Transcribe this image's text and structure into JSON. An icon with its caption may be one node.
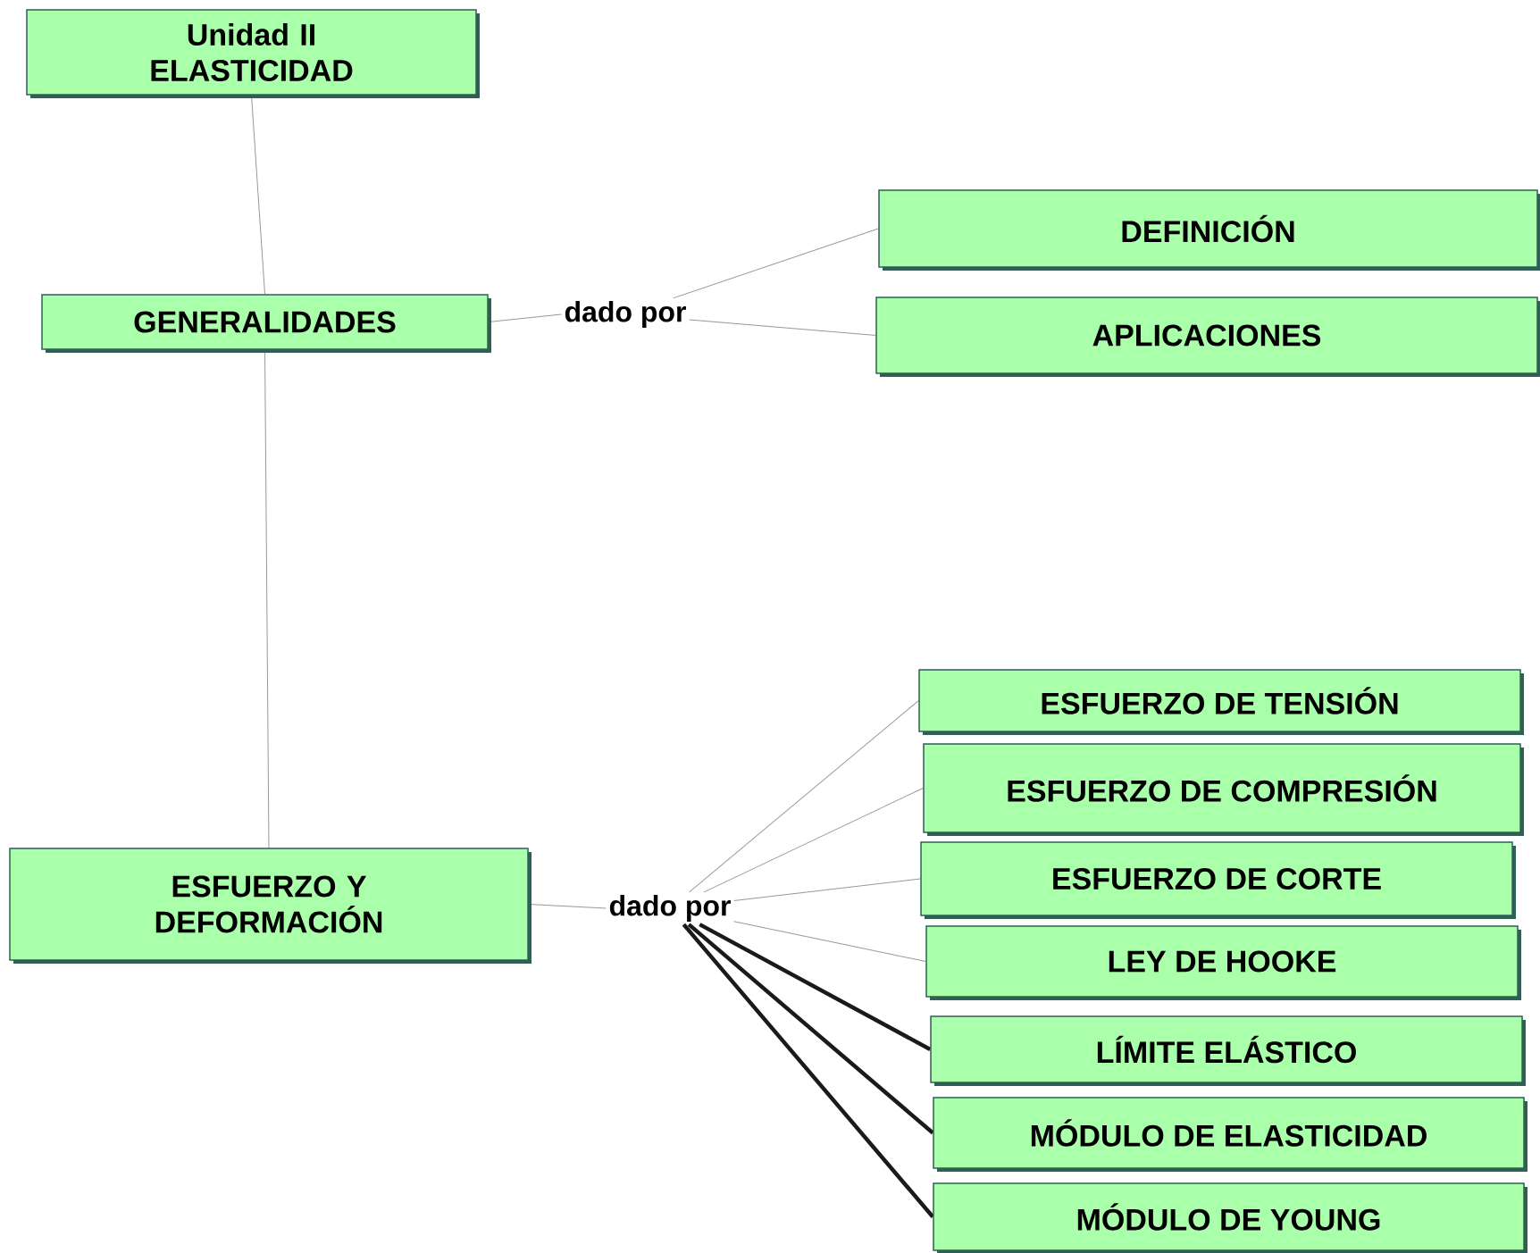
{
  "diagram": {
    "nodes": [
      {
        "text": [
          "Unidad II ELASTICIDAD"
        ]
      },
      {
        "text": [
          "GENERALIDADES"
        ]
      },
      {
        "text": [
          "dado por"
        ]
      },
      {
        "text": [
          "DEFINICIÓN"
        ]
      },
      {
        "text": [
          "APLICACIONES"
        ]
      },
      {
        "text": [
          "ESFUERZO Y DEFORMACIÓN"
        ]
      },
      {
        "text": [
          "dado por"
        ]
      },
      {
        "text": [
          "ESFUERZO DE TENSIÓN"
        ]
      },
      {
        "text": [
          "ESFUERZO DE COMPRESIÓN"
        ]
      },
      {
        "text": [
          "ESFUERZO DE CORTE"
        ]
      },
      {
        "text": [
          "LEY DE HOOKE"
        ]
      },
      {
        "text": [
          "LÍMITE ELÁSTICO"
        ]
      },
      {
        "text": [
          "MÓDULO DE ELASTICIDAD"
        ]
      },
      {
        "text": [
          "MÓDULO DE YOUNG"
        ]
      }
    ],
    "edges": [
      {
        "from": 0,
        "to": 1,
        "arrow": "none"
      },
      {
        "from": 1,
        "to": 5,
        "arrow": "none"
      },
      {
        "from": 1,
        "to": 2,
        "arrow": "none"
      },
      {
        "from": 2,
        "to": 3,
        "arrow": "none"
      },
      {
        "from": 2,
        "to": 4,
        "arrow": "none"
      },
      {
        "from": 5,
        "to": 6,
        "arrow": "none"
      },
      {
        "from": 6,
        "to": 7,
        "arrow": "none"
      },
      {
        "from": 6,
        "to": 8,
        "arrow": "none"
      },
      {
        "from": 6,
        "to": 9,
        "arrow": "none"
      },
      {
        "from": 6,
        "to": 10,
        "arrow": "none"
      },
      {
        "from": 6,
        "to": 11,
        "arrow": "none",
        "style": "thick",
        "color": "#1a1a1a"
      },
      {
        "from": 6,
        "to": 12,
        "arrow": "none",
        "style": "thick",
        "color": "#1a1a1a"
      },
      {
        "from": 6,
        "to": 13,
        "arrow": "none",
        "style": "thick",
        "color": "#1a1a1a"
      }
    ]
  }
}
